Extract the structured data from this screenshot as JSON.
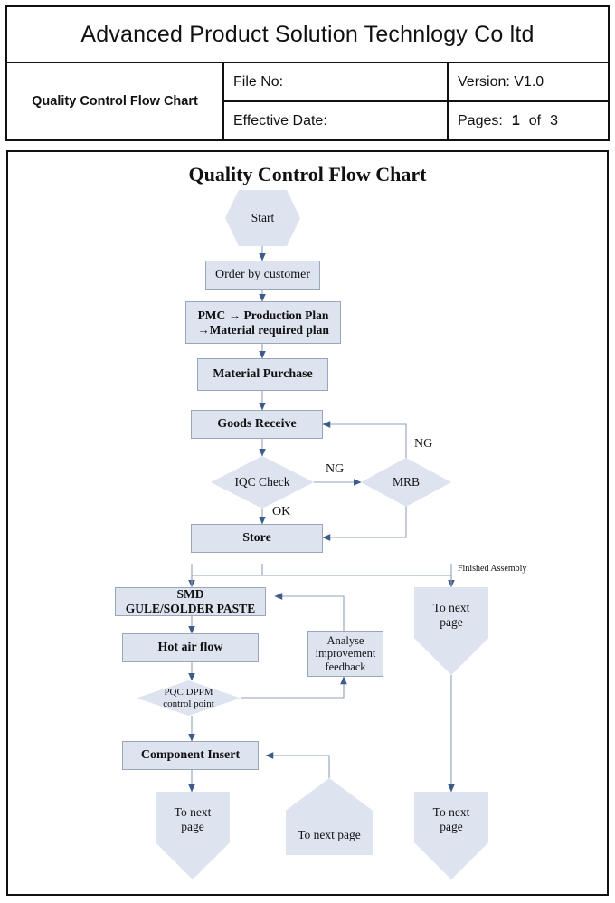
{
  "header": {
    "company": "Advanced Product Solution Technlogy Co ltd",
    "doc_name": "Quality Control Flow Chart",
    "file_no_label": "File No:",
    "version_label": "Version: V1.0",
    "effective_date_label": "Effective Date:",
    "pages_prefix": "Pages:",
    "pages_current": "1",
    "pages_of": "of",
    "pages_total": "3"
  },
  "chart": {
    "title": "Quality Control Flow Chart",
    "colors": {
      "node_fill": "#dde4ef",
      "node_border": "#9aa7bb",
      "connector": "#8fa0bb",
      "arrow": "#3d5a8a",
      "frame": "#111111"
    },
    "nodes": [
      {
        "id": "start",
        "shape": "hexagon",
        "label": "Start"
      },
      {
        "id": "order",
        "shape": "rect",
        "label": "Order by customer"
      },
      {
        "id": "pmc",
        "shape": "rect",
        "label": "PMC → Production Plan →Material required plan"
      },
      {
        "id": "pmc_l1",
        "shape": "rect-line",
        "label": "PMC → Production Plan"
      },
      {
        "id": "pmc_l2",
        "shape": "rect-line",
        "label": "→Material required plan"
      },
      {
        "id": "material",
        "shape": "rect",
        "label": "Material Purchase"
      },
      {
        "id": "goods",
        "shape": "rect",
        "label": "Goods Receive"
      },
      {
        "id": "iqc",
        "shape": "diamond",
        "label": "IQC Check"
      },
      {
        "id": "mrb",
        "shape": "diamond",
        "label": "MRB"
      },
      {
        "id": "store",
        "shape": "rect",
        "label": "Store"
      },
      {
        "id": "smd_l1",
        "shape": "rect-line",
        "label": "SMD"
      },
      {
        "id": "smd_l2",
        "shape": "rect-line",
        "label": "GULE/SOLDER PASTE"
      },
      {
        "id": "hotair",
        "shape": "rect",
        "label": "Hot air flow"
      },
      {
        "id": "pqc_l1",
        "shape": "diamond-line",
        "label": "PQC  DPPM"
      },
      {
        "id": "pqc_l2",
        "shape": "diamond-line",
        "label": "control point"
      },
      {
        "id": "analyse",
        "shape": "rect",
        "label": "Analyse improvement feedback"
      },
      {
        "id": "analyse_l1",
        "shape": "rect-line",
        "label": "Analyse"
      },
      {
        "id": "analyse_l2",
        "shape": "rect-line",
        "label": "improvement"
      },
      {
        "id": "analyse_l3",
        "shape": "rect-line",
        "label": "feedback"
      },
      {
        "id": "component",
        "shape": "rect",
        "label": "Component Insert"
      },
      {
        "id": "next_right",
        "shape": "pentagon-down",
        "label": "To next page"
      },
      {
        "id": "next_left",
        "shape": "pentagon-down",
        "label": "To next page"
      },
      {
        "id": "next_mid",
        "shape": "pentagon-up",
        "label": "To next page"
      },
      {
        "id": "next_bottom",
        "shape": "pentagon-down",
        "label": "To next page"
      }
    ],
    "edge_labels": [
      {
        "id": "iqc_ng",
        "text": "NG"
      },
      {
        "id": "mrb_ng",
        "text": "NG"
      },
      {
        "id": "iqc_ok",
        "text": "OK"
      },
      {
        "id": "finished",
        "text": "Finished Assembly"
      }
    ],
    "next_page_line1": "To next",
    "next_page_line2": "page"
  }
}
